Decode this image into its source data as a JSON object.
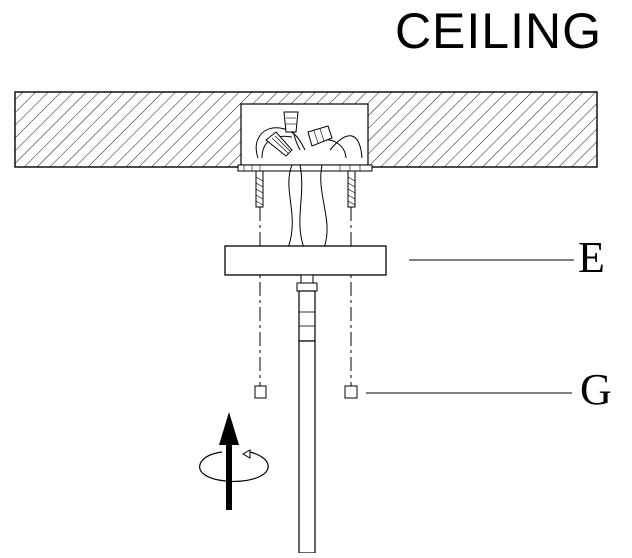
{
  "title": "CEILING",
  "labels": {
    "e": "E",
    "g": "G"
  },
  "colors": {
    "line": "#000000",
    "background": "#ffffff"
  }
}
